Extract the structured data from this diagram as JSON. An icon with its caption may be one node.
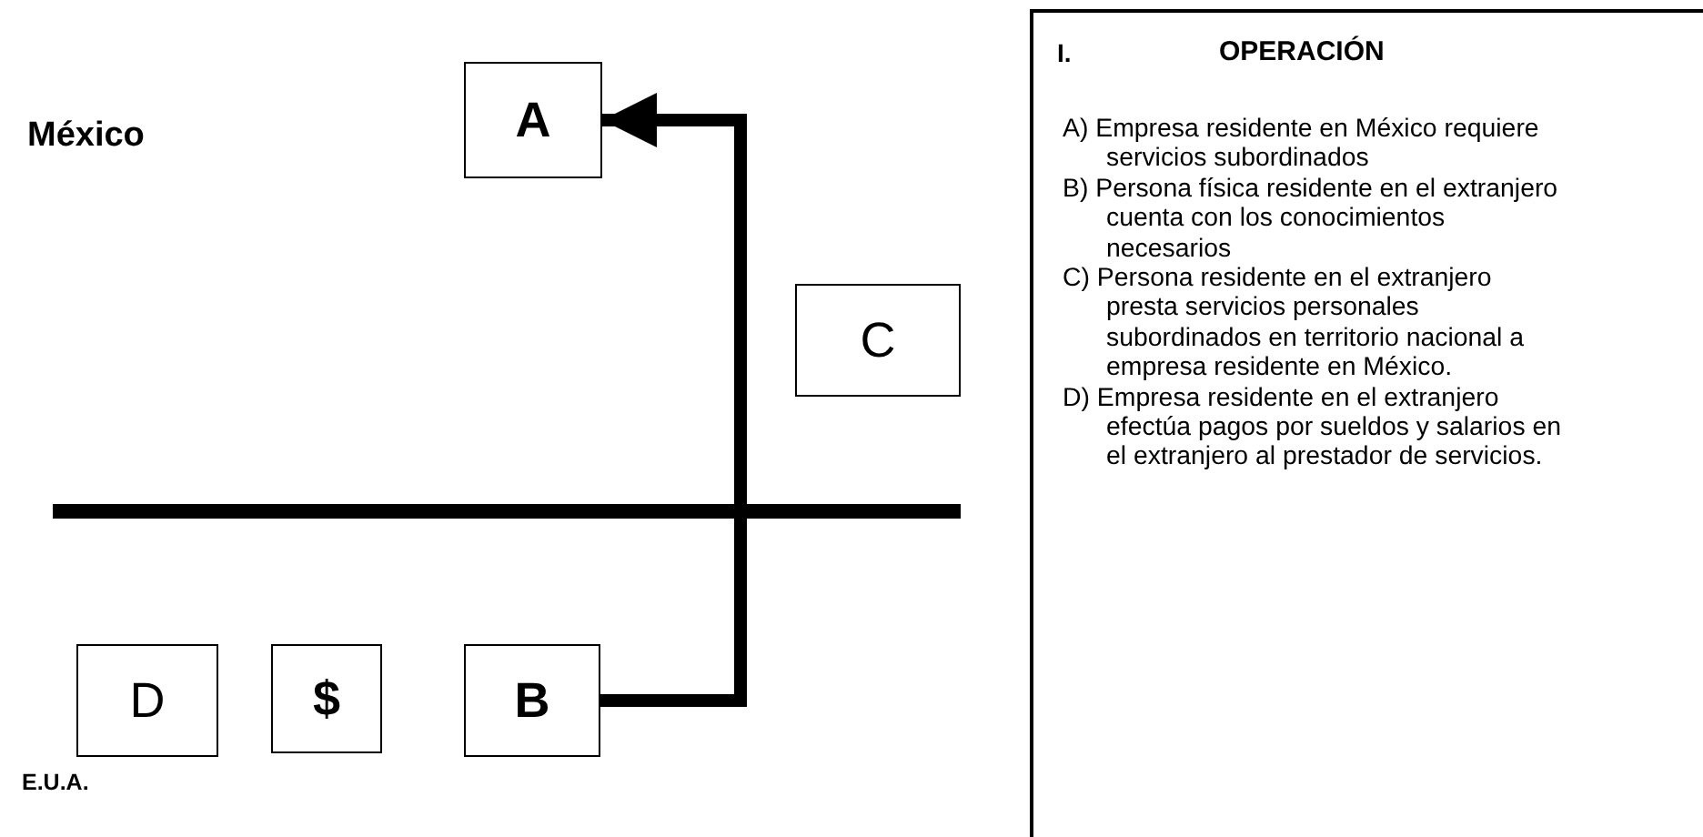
{
  "diagram": {
    "nodes": [
      {
        "text": [
          "A"
        ]
      },
      {
        "text": [
          "C"
        ]
      },
      {
        "text": [
          "D"
        ]
      },
      {
        "text": [
          "$"
        ]
      },
      {
        "text": [
          "B"
        ]
      },
      {
        "text": [
          "I.",
          "OPERACIÓN",
          "A) Empresa residente en México requiere servicios subordinados",
          "B) Persona física residente en el extranjero cuenta con los conocimientos necesarios",
          "C) Persona residente en el extranjero presta servicios personales subordinados en territorio nacional a empresa residente en México.",
          "D) Empresa residente en el extranjero efectúa pagos por sueldos y salarios en el extranjero al prestador de servicios."
        ]
      }
    ],
    "edges": [
      {
        "from": 4,
        "to": 0,
        "arrow": "to"
      }
    ],
    "labels": [
      "México",
      "E.U.A."
    ]
  }
}
